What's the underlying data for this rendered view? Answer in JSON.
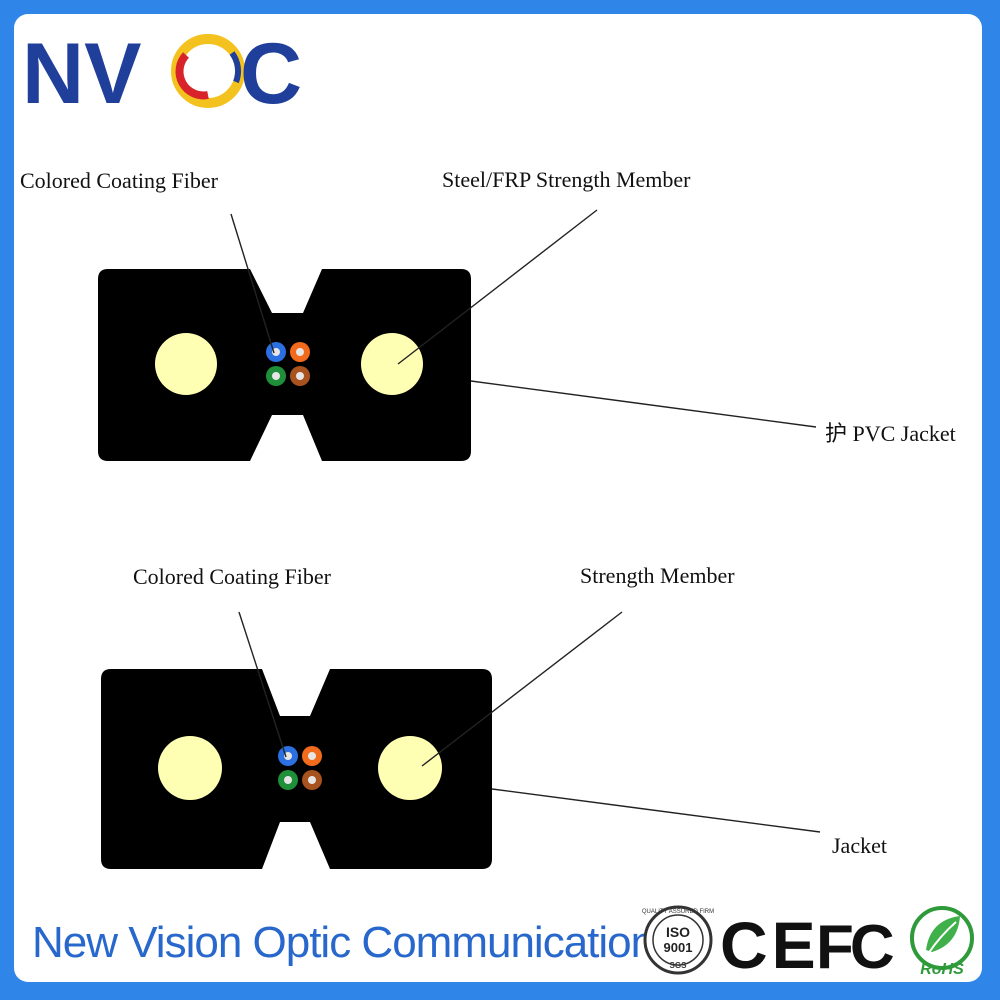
{
  "brand": {
    "logo_text": "NVOC",
    "company_name": "New Vision Optic Communication",
    "colors": {
      "frame": "#2f86e8",
      "logo": "#1f3f9b",
      "logo_ring": "#f4c21e",
      "logo_ring_inner": "#d8232a",
      "company": "#2868cc"
    }
  },
  "diagram_top": {
    "labels": {
      "fiber": "Colored Coating Fiber",
      "strength": "Steel/FRP Strength Member",
      "jacket": "护 PVC Jacket"
    }
  },
  "diagram_bottom": {
    "labels": {
      "fiber": "Colored Coating Fiber",
      "strength": "Strength Member",
      "jacket": "Jacket"
    }
  },
  "fiber_colors": [
    "#2b6fe0",
    "#f26a1b",
    "#1f8f3a",
    "#a7521f"
  ],
  "certifications": {
    "iso_top": "QUALITY ASSURED FIRM",
    "iso_main": "ISO",
    "iso_number": "9001",
    "iso_bottom": "SGS",
    "ce": "CE",
    "fc": "FC",
    "rohs": "RoHS"
  }
}
